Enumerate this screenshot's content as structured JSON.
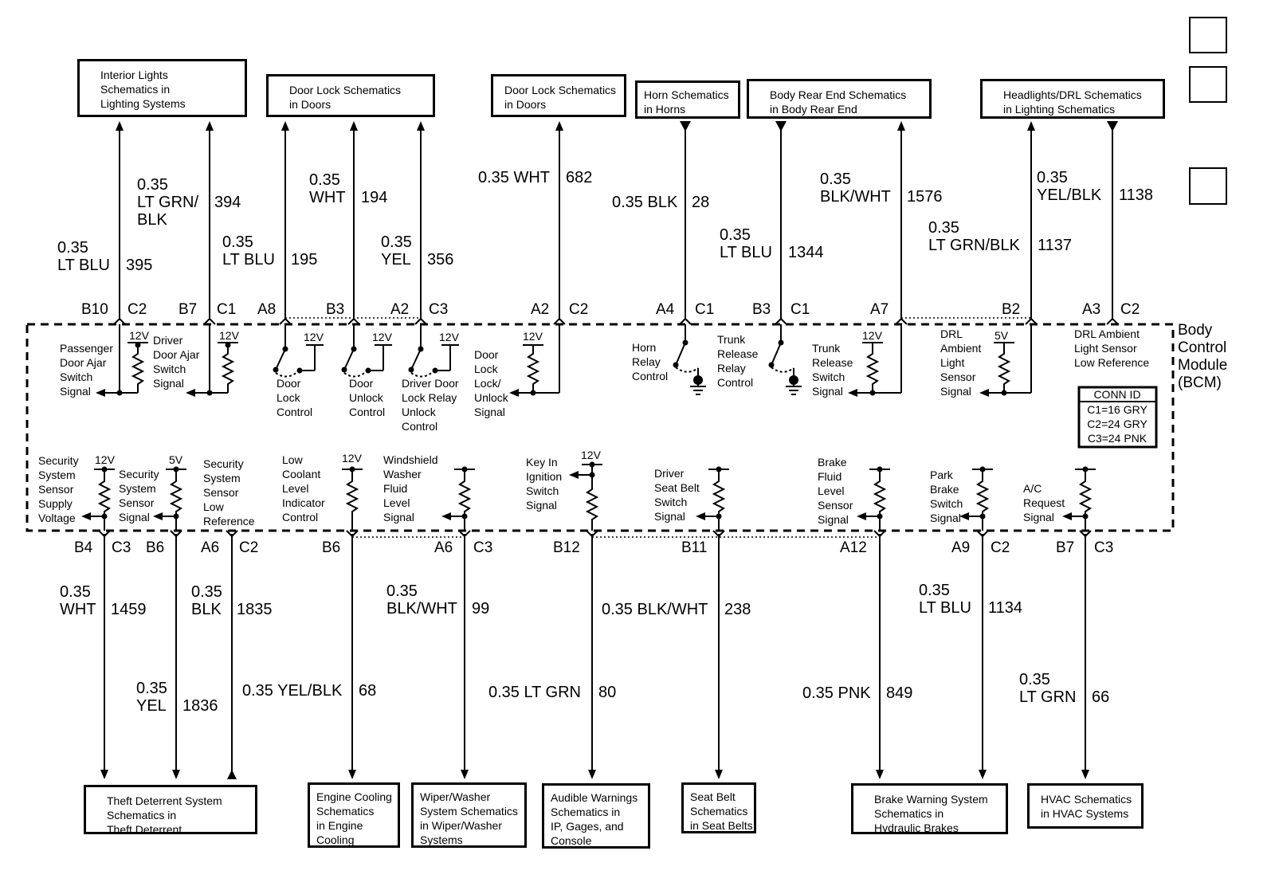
{
  "module": {
    "name": [
      "Body",
      "Control",
      "Module",
      "(BCM)"
    ]
  },
  "nav": {
    "loc_icon": "loc-icon",
    "desc_icon": "desc-icon",
    "back_icon": "back-arrow-icon"
  },
  "conn_id": {
    "title": "CONN ID",
    "c1": "C1=16 GRY",
    "c2": "C2=24 GRY",
    "c3": "C3=24 PNK"
  },
  "top_boxes": {
    "interior": "Interior Lights\nSchematics in\nLighting Systems",
    "doorlock1": "Door Lock Schematics\nin Doors",
    "doorlock2": "Door Lock Schematics\nin Doors",
    "horn": "Horn Schematics\nin Horns",
    "rear": "Body Rear End Schematics\nin Body Rear End",
    "headlights": "Headlights/DRL Schematics\nin Lighting Schematics"
  },
  "bottom_boxes": {
    "theft": "Theft Deterrent System\nSchematics in\nTheft Deterrent",
    "engine": "Engine Cooling\nSchematics\nin Engine\nCooling",
    "wiper": "Wiper/Washer\nSystem Schematics\nin Wiper/Washer\nSystems",
    "audible": "Audible Warnings\nSchematics in\nIP, Gages, and\nConsole",
    "seatbelt": "Seat Belt\nSchematics\nin Seat Belts",
    "brake": "Brake Warning System\nSchematics in\nHydraulic Brakes",
    "hvac": "HVAC Schematics\nin HVAC Systems"
  },
  "top_wires": [
    {
      "gauge": "0.35",
      "color": "LT BLU",
      "circuit": "395"
    },
    {
      "gauge": "0.35",
      "color": "LT GRN/",
      "color2": "BLK",
      "circuit": "394"
    },
    {
      "gauge": "0.35",
      "color": "LT BLU",
      "circuit": "195"
    },
    {
      "gauge": "0.35",
      "color": "WHT",
      "circuit": "194"
    },
    {
      "gauge": "0.35",
      "color": "YEL",
      "circuit": "356"
    },
    {
      "label": "0.35 WHT",
      "circuit": "682"
    },
    {
      "label": "0.35 BLK",
      "circuit": "28"
    },
    {
      "gauge": "0.35",
      "color": "LT BLU",
      "circuit": "1344"
    },
    {
      "gauge": "0.35",
      "color": "BLK/WHT",
      "circuit": "1576"
    },
    {
      "gauge": "0.35",
      "color": "LT GRN/BLK",
      "circuit": "1137"
    },
    {
      "gauge": "0.35",
      "color": "YEL/BLK",
      "circuit": "1138"
    }
  ],
  "bottom_wires": [
    {
      "gauge": "0.35",
      "color": "WHT",
      "circuit": "1459"
    },
    {
      "gauge": "0.35",
      "color": "YEL",
      "circuit": "1836"
    },
    {
      "gauge": "0.35",
      "color": "BLK",
      "circuit": "1835"
    },
    {
      "label": "0.35 YEL/BLK",
      "circuit": "68"
    },
    {
      "gauge": "0.35",
      "color": "BLK/WHT",
      "circuit": "99"
    },
    {
      "label": "0.35 LT GRN",
      "circuit": "80"
    },
    {
      "label": "0.35 BLK/WHT",
      "circuit": "238"
    },
    {
      "label": "0.35 PNK",
      "circuit": "849"
    },
    {
      "gauge": "0.35",
      "color": "LT BLU",
      "circuit": "1134"
    },
    {
      "gauge": "0.35",
      "color": "LT GRN",
      "circuit": "66"
    }
  ],
  "top_pins": {
    "p1": "B10",
    "c1": "C2",
    "p2": "B7",
    "c2": "C1",
    "p3": "A8",
    "p4": "B3",
    "p5": "A2",
    "c5": "C3",
    "p6": "A2",
    "c6": "C2",
    "p7": "A4",
    "c7": "C1",
    "p8": "B3",
    "c8": "C1",
    "p9": "A7",
    "p10": "B2",
    "p11": "A3",
    "c11": "C2"
  },
  "bottom_pins": {
    "p1": "B4",
    "c1": "C3",
    "p2": "B6",
    "p3": "A6",
    "c3": "C2",
    "p4": "B6",
    "p5": "A6",
    "c5": "C3",
    "p6": "B12",
    "p7": "B11",
    "p8": "A12",
    "p9": "A9",
    "c9": "C2",
    "p10": "B7",
    "c10": "C3"
  },
  "voltages": {
    "v12": "12V",
    "v5": "5V"
  },
  "top_labels": {
    "passenger": [
      "Passenger",
      "Door Ajar",
      "Switch",
      "Signal"
    ],
    "driver": [
      "Driver",
      "Door Ajar",
      "Switch",
      "Signal"
    ],
    "door_lock": [
      "Door",
      "Lock",
      "Control"
    ],
    "door_unlock": [
      "Door",
      "Unlock",
      "Control"
    ],
    "driver_relay": [
      "Driver Door",
      "Lock Relay",
      "Unlock",
      "Control"
    ],
    "lock_signal": [
      "Door",
      "Lock",
      "Lock/",
      "Unlock",
      "Signal"
    ],
    "horn": [
      "Horn",
      "Relay",
      "Control"
    ],
    "trunk_relay": [
      "Trunk",
      "Release",
      "Relay",
      "Control"
    ],
    "trunk_switch": [
      "Trunk",
      "Release",
      "Switch",
      "Signal"
    ],
    "drl": [
      "DRL",
      "Ambient",
      "Light",
      "Sensor",
      "Signal"
    ],
    "drl_low": [
      "DRL Ambient",
      "Light Sensor",
      "Low Reference"
    ]
  },
  "bottom_labels": {
    "sec_supply": [
      "Security",
      "System",
      "Sensor",
      "Supply",
      "Voltage"
    ],
    "sec_signal": [
      "Security",
      "System",
      "Sensor",
      "Signal"
    ],
    "sec_low": [
      "Security",
      "System",
      "Sensor",
      "Low",
      "Reference"
    ],
    "coolant": [
      "Low",
      "Coolant",
      "Level",
      "Indicator",
      "Control"
    ],
    "washer": [
      "Windshield",
      "Washer",
      "Fluid",
      "Level",
      "Signal"
    ],
    "key": [
      "Key In",
      "Ignition",
      "Switch",
      "Signal"
    ],
    "seatbelt": [
      "Driver",
      "Seat Belt",
      "Switch",
      "Signal"
    ],
    "brake_fluid": [
      "Brake",
      "Fluid",
      "Level",
      "Sensor",
      "Signal"
    ],
    "park_brake": [
      "Park",
      "Brake",
      "Switch",
      "Signal"
    ],
    "ac": [
      "A/C",
      "Request",
      "Signal"
    ]
  }
}
